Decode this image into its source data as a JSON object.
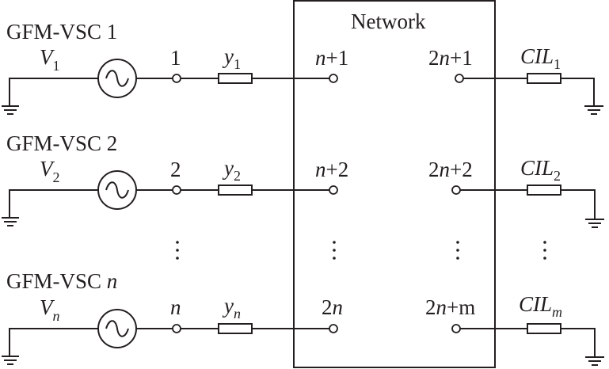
{
  "network": {
    "label": "Network"
  },
  "sources": [
    {
      "title_prefix": "GFM-VSC ",
      "title_index": "1",
      "title_index_italic": false,
      "voltage": "V",
      "voltage_sub": "1",
      "sub_italic": false,
      "bus": "1",
      "bus_italic": false,
      "admittance": "y",
      "admittance_sub": "1",
      "net_node_prefix": "n",
      "net_node_suffix": "+1"
    },
    {
      "title_prefix": "GFM-VSC ",
      "title_index": "2",
      "title_index_italic": false,
      "voltage": "V",
      "voltage_sub": "2",
      "sub_italic": false,
      "bus": "2",
      "bus_italic": false,
      "admittance": "y",
      "admittance_sub": "2",
      "net_node_prefix": "n",
      "net_node_suffix": "+2"
    },
    {
      "title_prefix": "GFM-VSC ",
      "title_index": "n",
      "title_index_italic": true,
      "voltage": "V",
      "voltage_sub": "n",
      "sub_italic": true,
      "bus": "n",
      "bus_italic": true,
      "admittance": "y",
      "admittance_sub": "n",
      "net_node_prefix": "2",
      "net_node_suffix": "n"
    }
  ],
  "loads": [
    {
      "node_a": "2",
      "node_b": "n",
      "node_c": "+1",
      "label": "CIL",
      "sub": "1"
    },
    {
      "node_a": "2",
      "node_b": "n",
      "node_c": "+2",
      "label": "CIL",
      "sub": "2"
    },
    {
      "node_a": "2",
      "node_b": "n",
      "node_c": "+m",
      "label": "CIL",
      "sub": "m"
    }
  ],
  "icons": {
    "ac_source": "ac-voltage-source-icon",
    "ground": "ground-icon",
    "resistor": "impedance-icon",
    "node": "bus-node-icon"
  }
}
